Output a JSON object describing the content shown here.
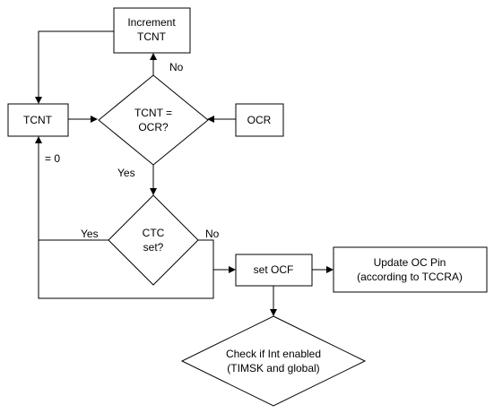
{
  "nodes": {
    "increment": {
      "line1": "Increment",
      "line2": "TCNT"
    },
    "tcnt": {
      "line1": "TCNT"
    },
    "compare": {
      "line1": "TCNT =",
      "line2": "OCR?"
    },
    "ocr": {
      "line1": "OCR"
    },
    "ctc": {
      "line1": "CTC",
      "line2": "set?"
    },
    "set_ocf": {
      "line1": "set OCF"
    },
    "update_oc": {
      "line1": "Update OC Pin",
      "line2": "(according to TCCRA)"
    },
    "check_int": {
      "line1": "Check if Int enabled",
      "line2": "(TIMSK and global)"
    }
  },
  "labels": {
    "no_top": "No",
    "yes_mid": "Yes",
    "eq_zero": "= 0",
    "yes_left": "Yes",
    "no_right": "No"
  }
}
